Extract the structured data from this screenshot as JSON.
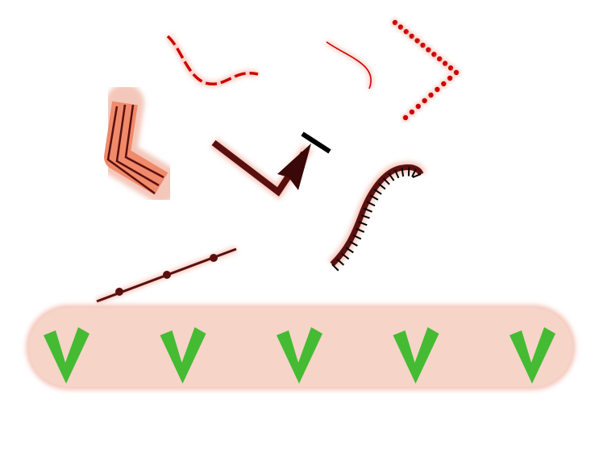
{
  "colors": {
    "background": "#ffffff",
    "red_line": "#cc0000",
    "dark_maroon": "#5a0f0f",
    "salmon": "#ef8a6a",
    "halo": "#f4c7bb",
    "band_fill": "#f6d4c8",
    "checkmark_green": "#44bb33"
  },
  "shapes": [
    {
      "name": "wavy-red-stroke",
      "kind": "curve-dashed"
    },
    {
      "name": "thin-red-stroke",
      "kind": "curve"
    },
    {
      "name": "dotted-chevron",
      "kind": "dots"
    },
    {
      "name": "striped-l-shape",
      "kind": "striped-band"
    },
    {
      "name": "arrow-path",
      "kind": "arrow"
    },
    {
      "name": "hatched-curve",
      "kind": "ticked-curve"
    },
    {
      "name": "dotted-segment",
      "kind": "line-with-nodes"
    }
  ],
  "checkmarks": {
    "count": 5,
    "icon": "check-icon"
  }
}
